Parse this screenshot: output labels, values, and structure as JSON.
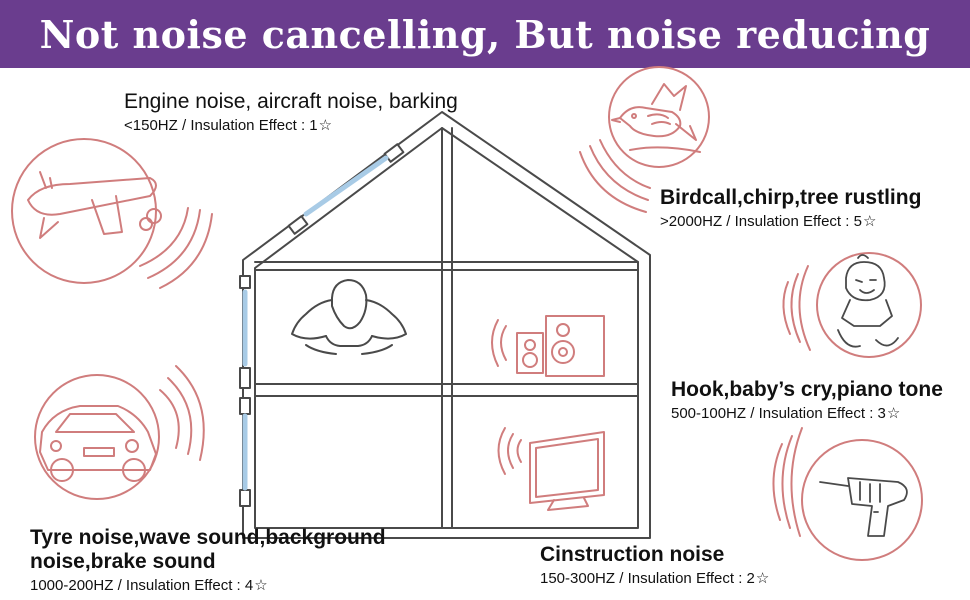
{
  "title": "Not noise cancelling, But noise reducing",
  "colors": {
    "banner": "#6a3d8e",
    "accent": "#d07d7d",
    "line": "#4a4a4a",
    "window": "#a8cbe6"
  },
  "labels": [
    {
      "id": "engine",
      "heading": "Engine noise,  aircraft noise,  barking",
      "frequency": "<150HZ",
      "effect_label": "Insulation Effect : 1",
      "rating": 1,
      "icon": "airplane-icon"
    },
    {
      "id": "birdcall",
      "heading": "Birdcall,chirp,tree rustling",
      "frequency": ">2000HZ",
      "effect_label": "Insulation Effect : 5",
      "rating": 5,
      "icon": "bird-icon"
    },
    {
      "id": "hook",
      "heading": "Hook,baby’s cry,piano tone",
      "frequency": "500-100HZ",
      "effect_label": "Insulation Effect : 3",
      "rating": 3,
      "icon": "baby-icon"
    },
    {
      "id": "tyre",
      "heading": "Tyre noise,wave sound,background noise,brake sound",
      "frequency": "1000-200HZ",
      "effect_label": "Insulation Effect : 4",
      "rating": 4,
      "icon": "car-icon"
    },
    {
      "id": "construction",
      "heading": "Cinstruction noise",
      "frequency": "150-300HZ",
      "effect_label": "Insulation Effect : 2",
      "rating": 2,
      "icon": "drill-icon"
    }
  ],
  "separator": "/",
  "star_glyph": "☆"
}
